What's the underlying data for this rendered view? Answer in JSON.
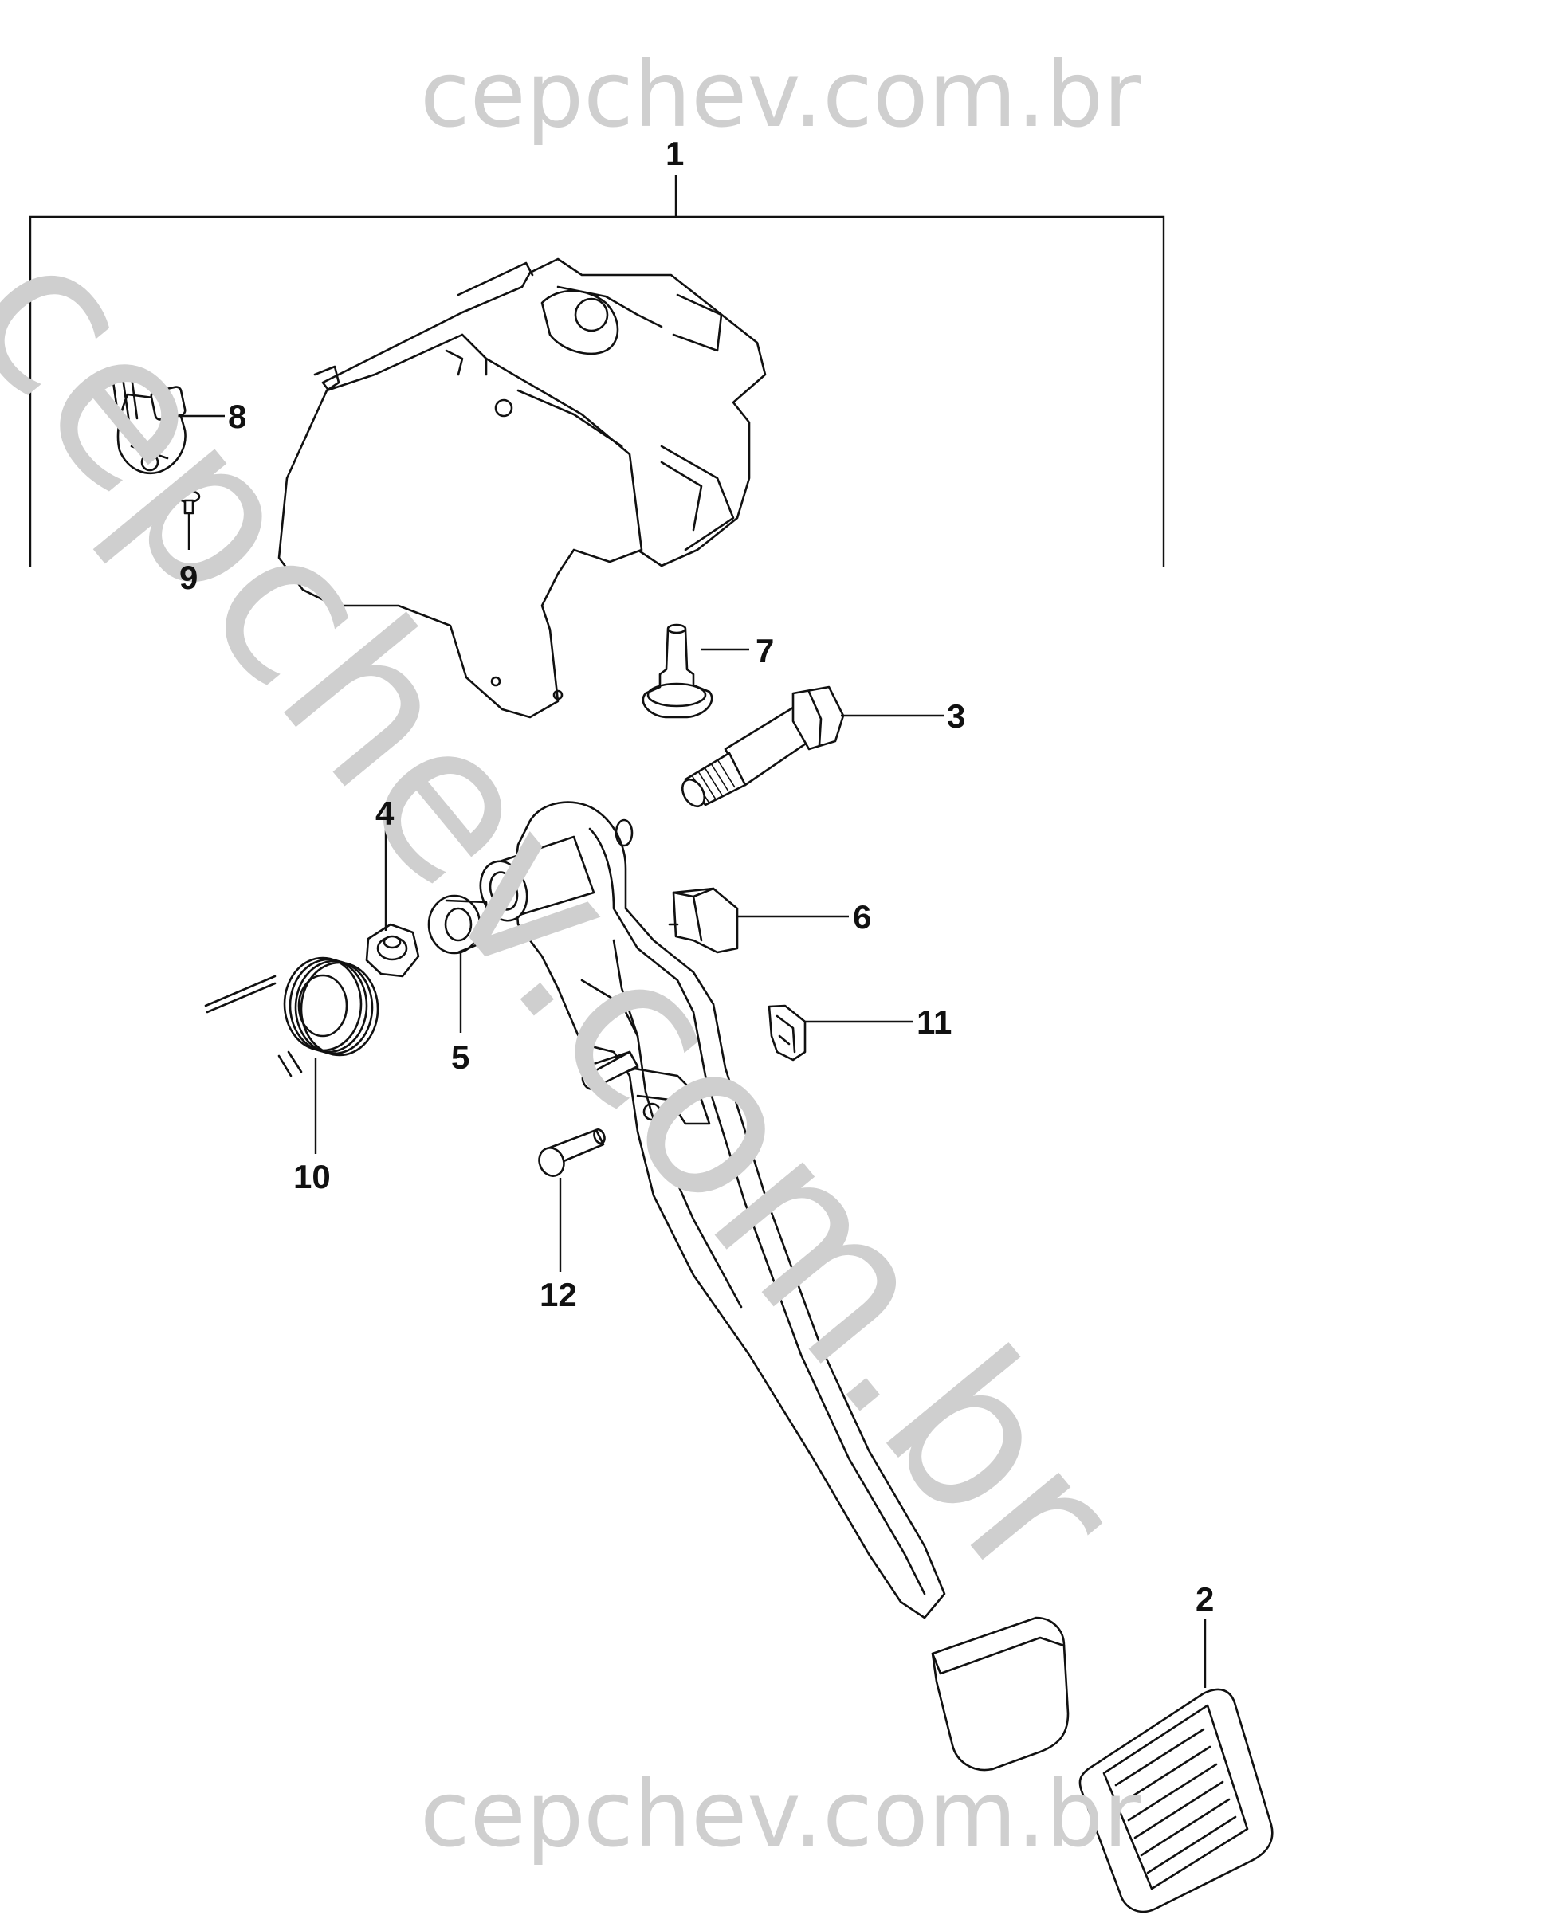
{
  "watermark": {
    "top": "cepchev.com.br",
    "bottom": "cepchev.com.br",
    "diagonal": "cepchev.com.br"
  },
  "callouts": {
    "c1": "1",
    "c2": "2",
    "c3": "3",
    "c4": "4",
    "c5": "5",
    "c6": "6",
    "c7": "7",
    "c8": "8",
    "c9": "9",
    "c10": "10",
    "c11": "11",
    "c12": "12"
  }
}
